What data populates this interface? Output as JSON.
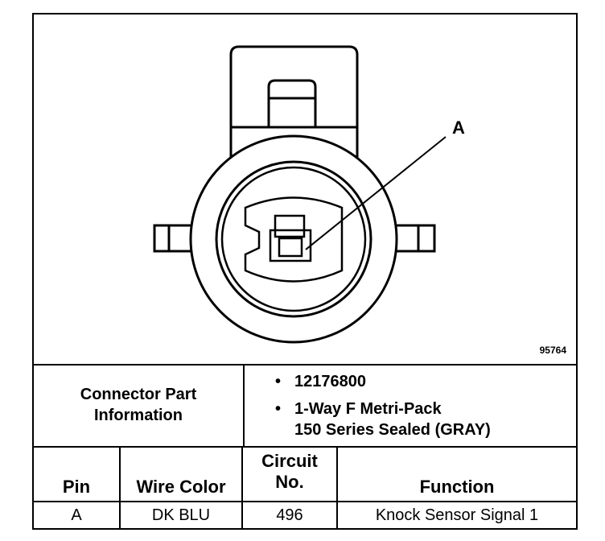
{
  "diagram": {
    "callout_label": "A",
    "figure_number": "95764",
    "icons": [
      "connector-face-icon",
      "terminal-a-icon"
    ]
  },
  "connector_info": {
    "label_line1": "Connector Part",
    "label_line2": "Information",
    "items": [
      "12176800",
      "1-Way F Metri-Pack",
      "150 Series Sealed (GRAY)"
    ],
    "bullet": "•"
  },
  "pin_table": {
    "headers": {
      "pin": "Pin",
      "wire_color": "Wire Color",
      "circuit_line1": "Circuit",
      "circuit_line2": "No.",
      "function": "Function"
    },
    "rows": [
      {
        "pin": "A",
        "wire_color": "DK BLU",
        "circuit": "496",
        "function": "Knock Sensor Signal 1"
      }
    ]
  }
}
